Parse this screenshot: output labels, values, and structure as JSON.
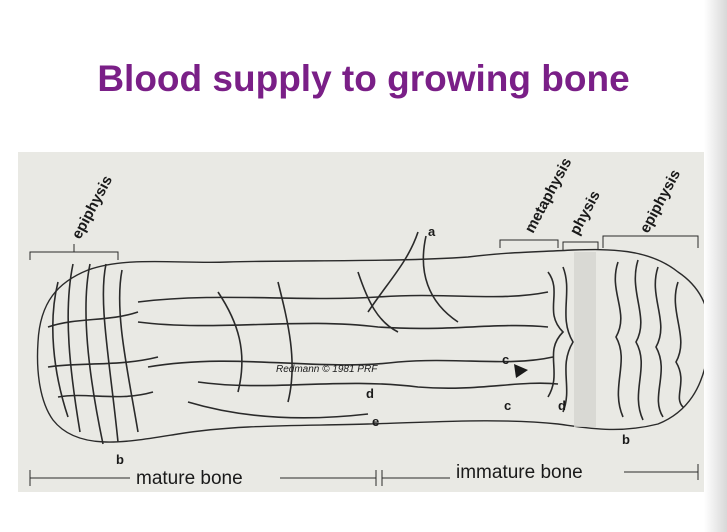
{
  "title": "Blood supply to growing bone",
  "figure": {
    "labels": {
      "epiphysis_left": "epiphysis",
      "metaphysis": "metaphysis",
      "physis": "physis",
      "epiphysis_right": "epiphysis",
      "mature_bone": "mature bone",
      "immature_bone": "immature bone",
      "signature": "Redmann © 1981 PRF"
    },
    "letters": {
      "a": "a",
      "b_left": "b",
      "c_mid": "c",
      "c_upper": "c",
      "d_mid": "d",
      "d_right": "d",
      "e": "e",
      "b_right": "b"
    }
  }
}
